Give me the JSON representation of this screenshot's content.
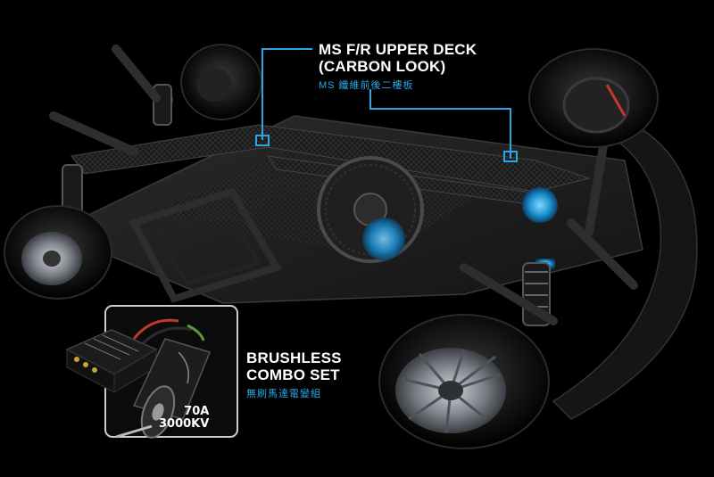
{
  "callouts": {
    "upper_deck": {
      "line1": "MS F/R UPPER DECK",
      "line2": "(CARBON LOOK)",
      "sub": "MS 纖維前後二樓板"
    },
    "combo": {
      "line1": "BRUSHLESS",
      "line2": "COMBO SET",
      "sub": "無刷馬達電變組"
    }
  },
  "motor_spec": {
    "amp": "70A",
    "kv": "3000KV"
  },
  "colors": {
    "background": "#000000",
    "accent_blue": "#2aa8e6",
    "text": "#ffffff"
  }
}
